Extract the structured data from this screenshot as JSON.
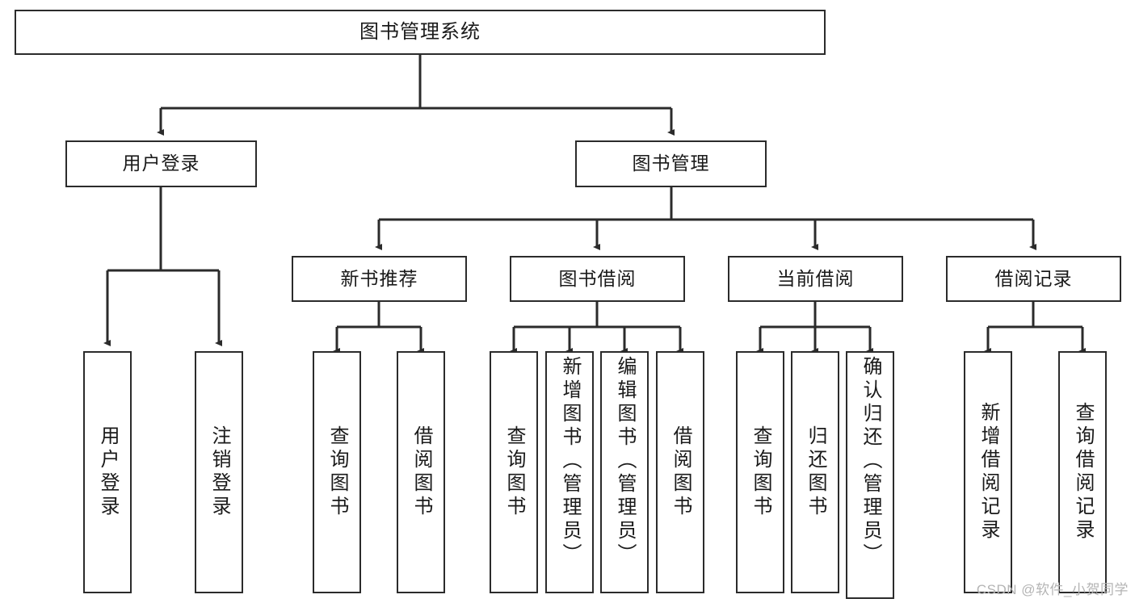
{
  "diagram": {
    "title": "图书管理系统",
    "type": "hierarchy-tree",
    "watermark": "CSDN @软件_小贺同学",
    "colors": {
      "stroke": "#2b2b2b",
      "fill": "#ffffff",
      "text": "#1a1a1a",
      "watermark": "#b4b4b4"
    },
    "nodes": {
      "root": {
        "label": "图书管理系统"
      },
      "level1": [
        {
          "id": "user-login",
          "label": "用户登录"
        },
        {
          "id": "book-manage",
          "label": "图书管理"
        }
      ],
      "level2": [
        {
          "id": "new-book-recommend",
          "label": "新书推荐"
        },
        {
          "id": "book-borrow",
          "label": "图书借阅"
        },
        {
          "id": "current-borrow",
          "label": "当前借阅"
        },
        {
          "id": "borrow-record",
          "label": "借阅记录"
        }
      ],
      "leaves": {
        "user-login": [
          {
            "id": "leaf-user-login",
            "label": "用户登录"
          },
          {
            "id": "leaf-logout-login",
            "label": "注销登录"
          }
        ],
        "new-book-recommend": [
          {
            "id": "leaf-query-book-1",
            "label": "查询图书"
          },
          {
            "id": "leaf-borrow-book-1",
            "label": "借阅图书"
          }
        ],
        "book-borrow": [
          {
            "id": "leaf-query-book-2",
            "label": "查询图书"
          },
          {
            "id": "leaf-add-book-admin",
            "label": "新增图书（管理员）"
          },
          {
            "id": "leaf-edit-book-admin",
            "label": "编辑图书（管理员）"
          },
          {
            "id": "leaf-borrow-book-2",
            "label": "借阅图书"
          }
        ],
        "current-borrow": [
          {
            "id": "leaf-query-book-3",
            "label": "查询图书"
          },
          {
            "id": "leaf-return-book",
            "label": "归还图书"
          },
          {
            "id": "leaf-confirm-return-admin",
            "label": "确认归还（管理员）"
          }
        ],
        "borrow-record": [
          {
            "id": "leaf-add-borrow-record",
            "label": "新增借阅记录"
          },
          {
            "id": "leaf-query-borrow-record",
            "label": "查询借阅记录"
          }
        ]
      }
    }
  }
}
